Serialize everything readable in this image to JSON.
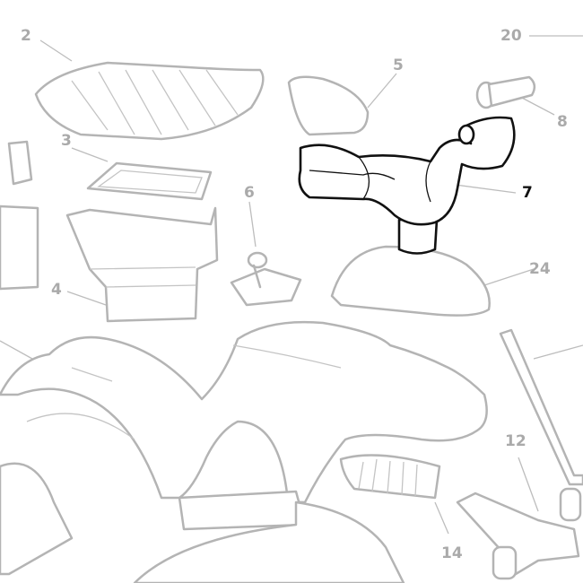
{
  "diagram": {
    "highlighted_part": "7",
    "colors": {
      "part_stroke": "#b4b4b4",
      "highlight_stroke": "#111111",
      "label": "#aaaaaa"
    },
    "labels": [
      {
        "id": "2",
        "text": "2"
      },
      {
        "id": "20",
        "text": "20"
      },
      {
        "id": "5",
        "text": "5"
      },
      {
        "id": "8",
        "text": "8"
      },
      {
        "id": "3",
        "text": "3"
      },
      {
        "id": "7",
        "text": "7"
      },
      {
        "id": "6",
        "text": "6"
      },
      {
        "id": "24",
        "text": "24"
      },
      {
        "id": "4",
        "text": "4"
      },
      {
        "id": "12",
        "text": "12"
      },
      {
        "id": "14",
        "text": "14"
      }
    ]
  }
}
